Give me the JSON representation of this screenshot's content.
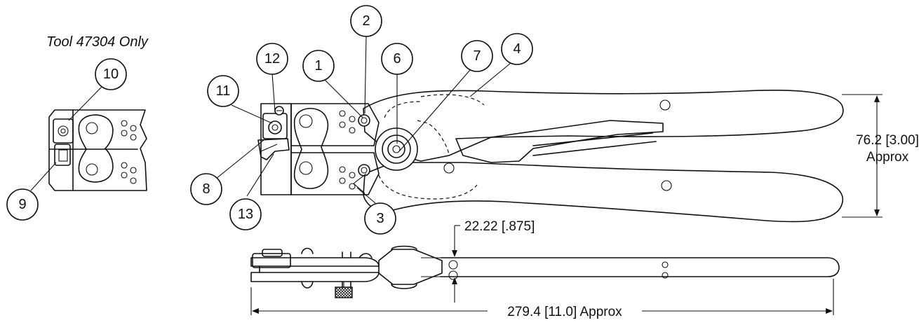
{
  "caption": "Tool 47304 Only",
  "dimensions": {
    "height_value": "76.2 [3.00]",
    "height_note": "Approx",
    "thickness": "22.22 [.875]",
    "length": "279.4 [11.0] Approx"
  },
  "callouts": [
    "1",
    "2",
    "3",
    "4",
    "6",
    "7",
    "8",
    "9",
    "10",
    "11",
    "12",
    "13"
  ]
}
